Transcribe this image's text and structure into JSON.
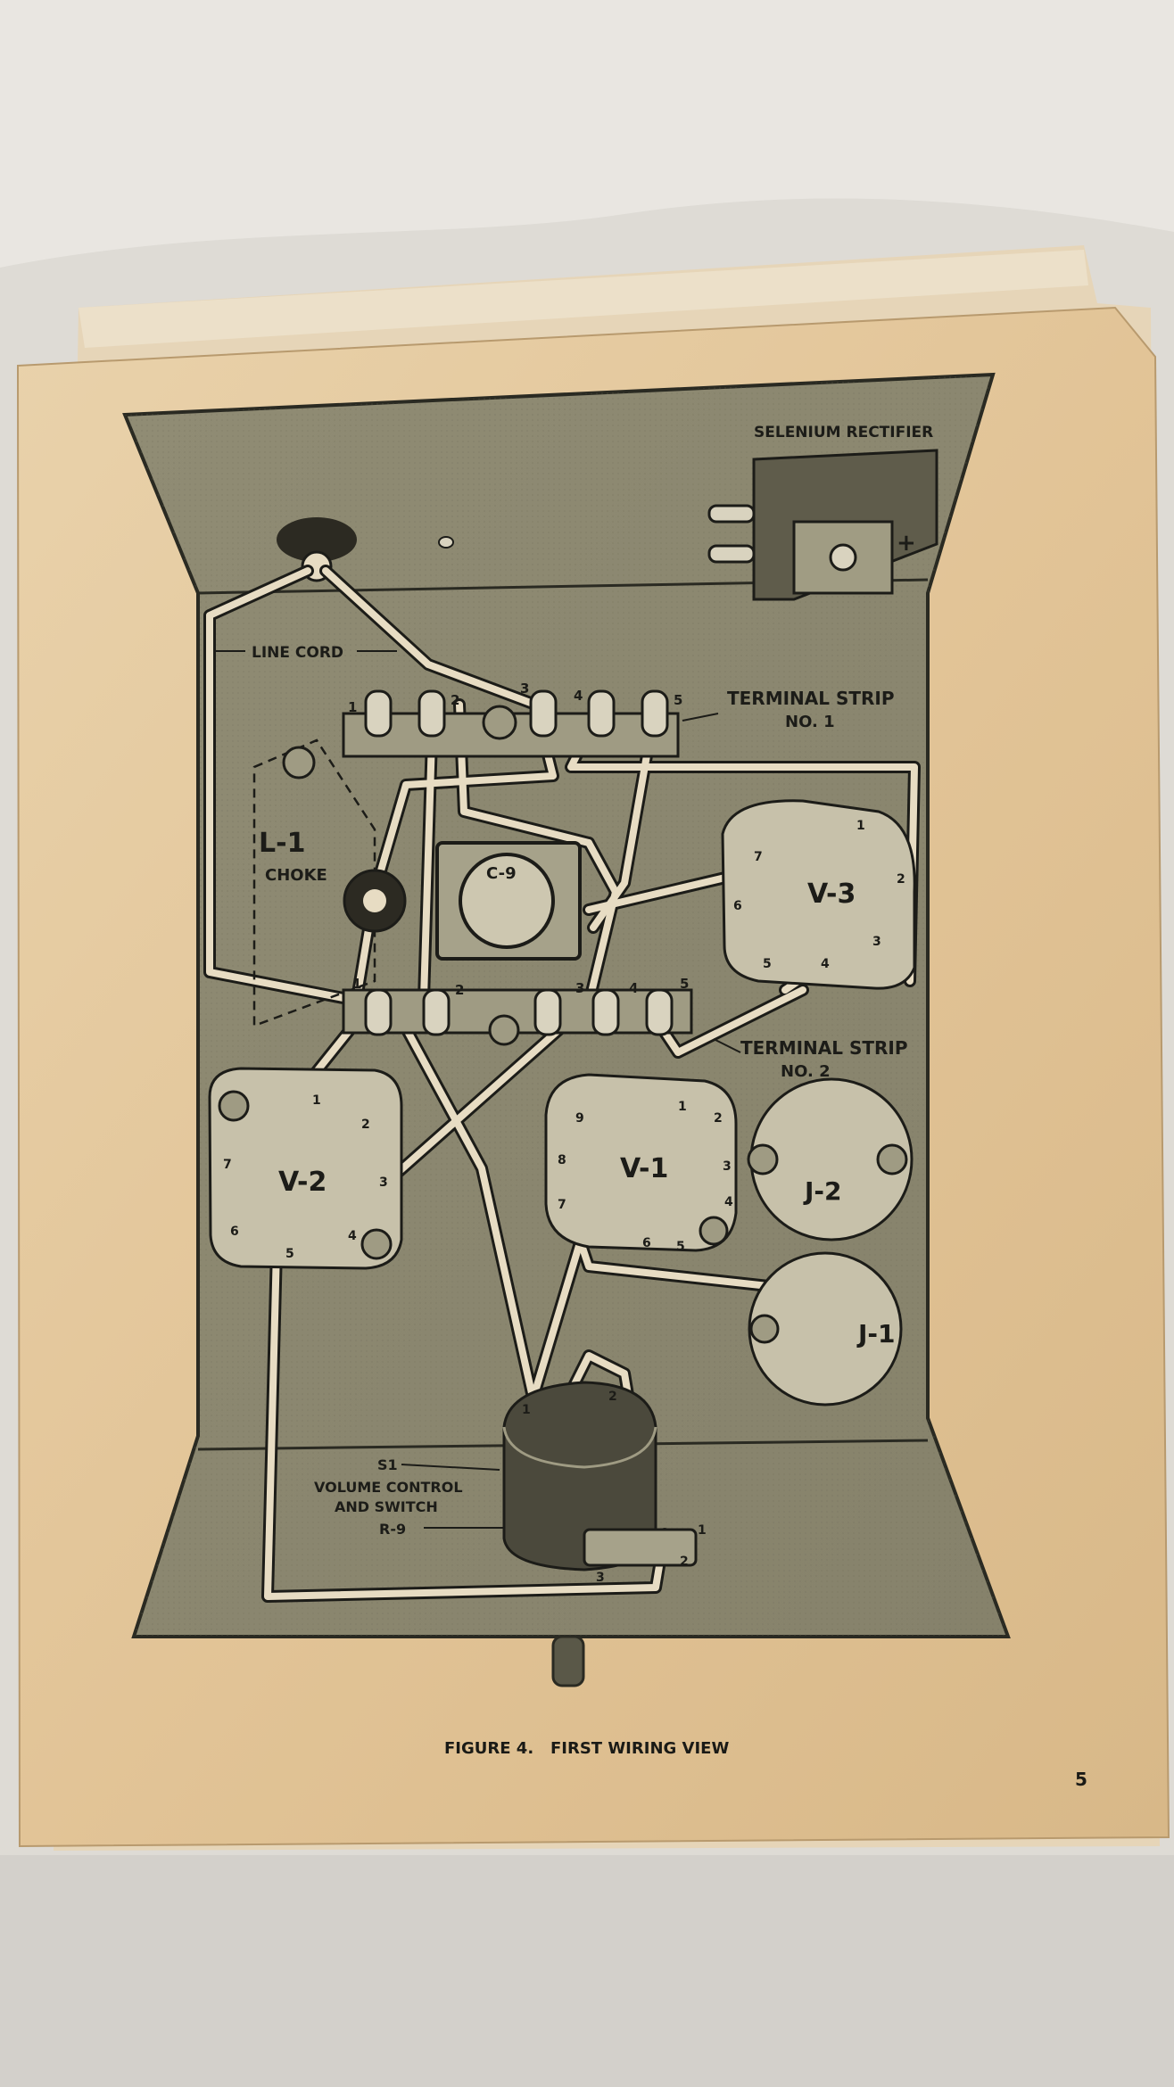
{
  "diagram": {
    "labels": {
      "rectifier": "SELENIUM RECTIFIER",
      "rectifier_plus": "+",
      "line_cord": "LINE CORD",
      "ts1_title": "TERMINAL STRIP",
      "ts1_no": "NO. 1",
      "ts2_title": "TERMINAL STRIP",
      "ts2_no": "NO. 2",
      "choke_id": "L-1",
      "choke": "CHOKE",
      "cap": "C-9",
      "v3": "V-3",
      "v2": "V-2",
      "v1": "V-1",
      "j2": "J-2",
      "j1": "J-1",
      "s1": "S1",
      "vol1": "VOLUME CONTROL",
      "vol2": "AND SWITCH",
      "r9": "R-9"
    },
    "ts1_terminals": [
      "1",
      "2",
      "3",
      "4",
      "5"
    ],
    "ts2_terminals": [
      "1",
      "2",
      "3",
      "4",
      "5"
    ],
    "v3_pins": [
      "1",
      "2",
      "3",
      "4",
      "5",
      "6",
      "7"
    ],
    "v2_pins": [
      "1",
      "2",
      "3",
      "4",
      "5",
      "6",
      "7"
    ],
    "v1_pins": [
      "1",
      "2",
      "3",
      "4",
      "5",
      "6",
      "7",
      "8",
      "9"
    ],
    "control_pins": [
      "1",
      "2",
      "1",
      "2",
      "3"
    ]
  },
  "caption": "FIGURE 4.   FIRST WIRING VIEW",
  "page_number": "5",
  "colors": {
    "paper": "#e2c59a",
    "chassis": "#8f8c73",
    "ink": "#1c1c18",
    "wire": "#e7dcc3"
  }
}
